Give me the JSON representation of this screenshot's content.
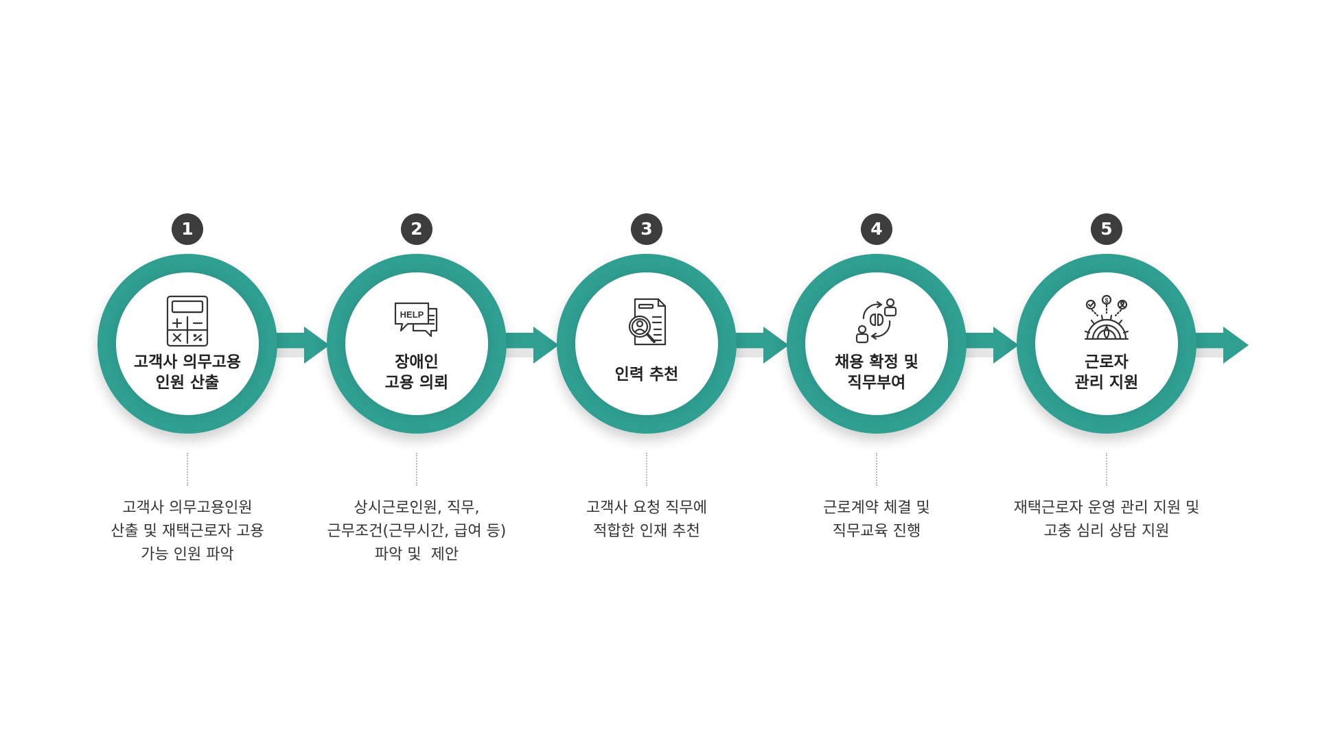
{
  "accent_color": "#2f9f92",
  "badge_color": "#3d3d3d",
  "steps": [
    {
      "number": "1",
      "icon": "calculator-icon",
      "title_lines": [
        "고객사 의무고용",
        "인원 산출"
      ],
      "desc_lines": [
        "고객사 의무고용인원",
        "산출 및 재택근로자 고용",
        "가능 인원 파악"
      ]
    },
    {
      "number": "2",
      "icon": "help-chat-icon",
      "icon_text": "HELP",
      "title_lines": [
        "장애인",
        "고용 의뢰"
      ],
      "desc_lines": [
        "상시근로인원, 직무,",
        "근무조건(근무시간, 급여 등)",
        "파악 및  제안"
      ]
    },
    {
      "number": "3",
      "icon": "resume-search-icon",
      "title_lines": [
        "인력 추천"
      ],
      "desc_lines": [
        "고객사 요청 직무에",
        "적합한 인재 추천"
      ]
    },
    {
      "number": "4",
      "icon": "people-exchange-icon",
      "title_lines": [
        "채용 확정 및",
        "직무부여"
      ],
      "desc_lines": [
        "근로계약 체결 및",
        "직무교육 진행"
      ]
    },
    {
      "number": "5",
      "icon": "gear-management-icon",
      "icon_text": "$",
      "title_lines": [
        "근로자",
        "관리 지원"
      ],
      "desc_lines": [
        "재택근로자 운영 관리 지원 및",
        "고충 심리 상담 지원"
      ]
    }
  ]
}
